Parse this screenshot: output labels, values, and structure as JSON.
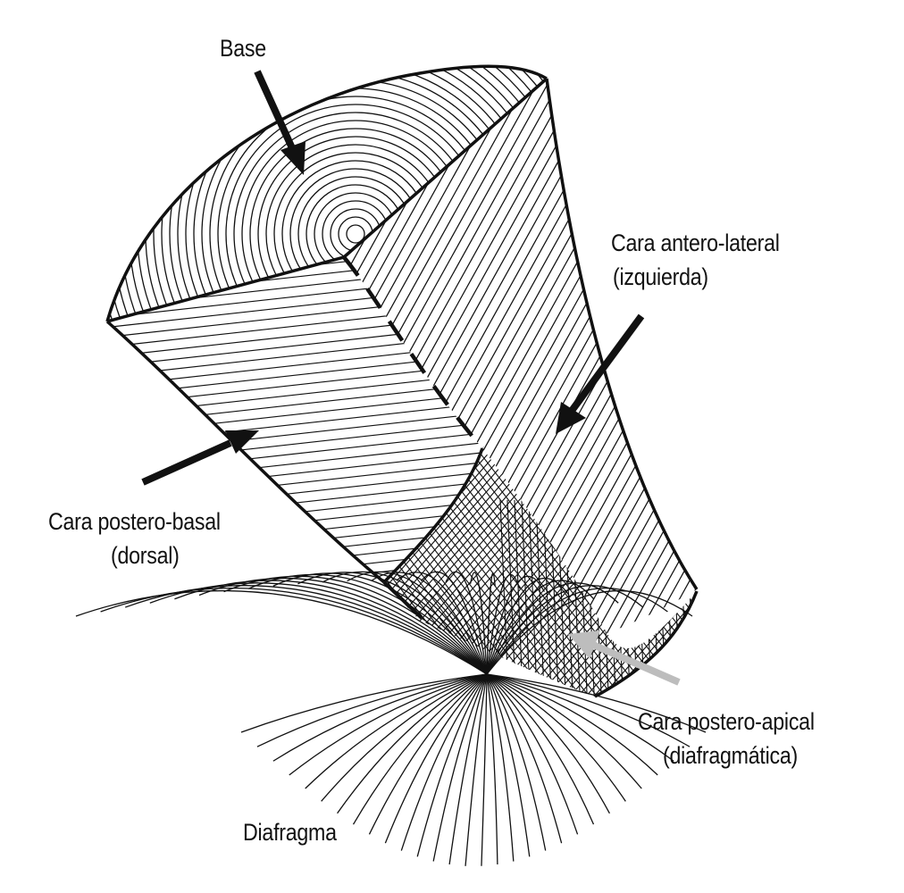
{
  "labels": {
    "base": "Base",
    "antero_lateral_1": "Cara antero-lateral",
    "antero_lateral_2": "(izquierda)",
    "postero_basal_1": "Cara postero-basal",
    "postero_basal_2": "(dorsal)",
    "postero_apical_1": "Cara postero-apical",
    "postero_apical_2": "(diafragmática)",
    "diafragma": "Diafragma"
  },
  "colors": {
    "ink": "#111111",
    "background": "#ffffff",
    "pointer_gray": "#bdbdbd"
  }
}
